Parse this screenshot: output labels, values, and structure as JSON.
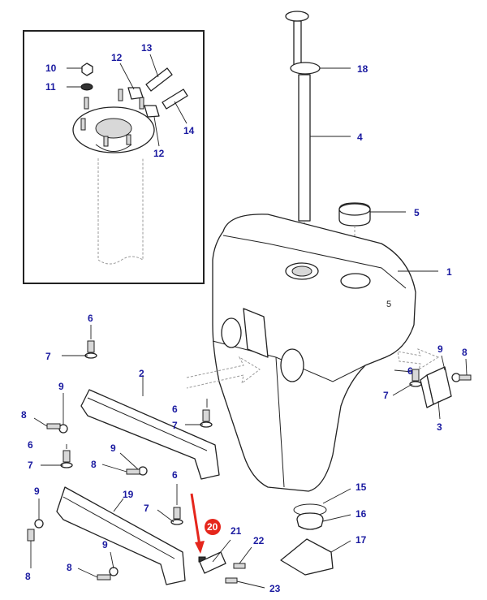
{
  "diagram": {
    "highlight_color": "#e5261c",
    "callout_color": "#1a1aa0",
    "inset_callouts": [
      "10",
      "11",
      "12",
      "13",
      "14",
      "12"
    ],
    "main_callouts": [
      "18",
      "4",
      "5",
      "1",
      "6",
      "7",
      "9",
      "8",
      "6",
      "7",
      "2",
      "6",
      "7",
      "9",
      "8",
      "6",
      "7",
      "9",
      "8",
      "19",
      "6",
      "7",
      "20",
      "21",
      "22",
      "23",
      "9",
      "8",
      "3",
      "15",
      "16",
      "17"
    ],
    "tank_mark": "5",
    "highlighted_part": "20"
  }
}
